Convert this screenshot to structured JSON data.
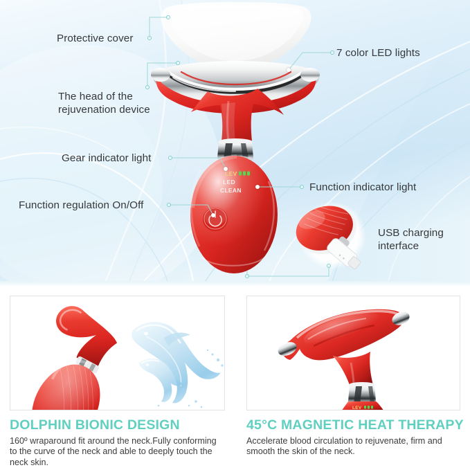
{
  "hero": {
    "callouts": [
      {
        "id": "protective-cover",
        "label": "Protective cover"
      },
      {
        "id": "led-lights",
        "label": "7 color LED lights"
      },
      {
        "id": "device-head",
        "label": "The head of the\nrejuvenation device",
        "line1": "The head of the",
        "line2": "rejuvenation device"
      },
      {
        "id": "gear-indicator",
        "label": "Gear indicator light"
      },
      {
        "id": "function-indicator",
        "label": "Function indicator light"
      },
      {
        "id": "function-regulation",
        "label": "Function regulation On/Off"
      },
      {
        "id": "usb-charging",
        "label": "USB charging\ninterface",
        "line1": "USB charging",
        "line2": "interface"
      }
    ],
    "control_panel": {
      "level_label": "LEV",
      "led_label": "LED",
      "clean_label": "CLEAN",
      "level_dots": 3
    }
  },
  "panels": [
    {
      "id": "dolphin-bionic-design",
      "title": "DOLPHIN BIONIC DESIGN",
      "body": "160º wraparound fit around the neck.Fully conforming to the curve of the neck and able to deeply touch the neck skin."
    },
    {
      "id": "magnetic-heat-therapy",
      "title": "45°C MAGNETIC HEAT THERAPY",
      "body": "Accelerate blood circulation to rejuvenate, firm and smooth the skin of the neck."
    }
  ],
  "colors": {
    "accent_mint": "#5fd0c0",
    "leader_line": "#9ed8d6",
    "device_red": "#e12d24",
    "text_dark": "#35383b",
    "bg_blue": "#d3eaf7"
  }
}
